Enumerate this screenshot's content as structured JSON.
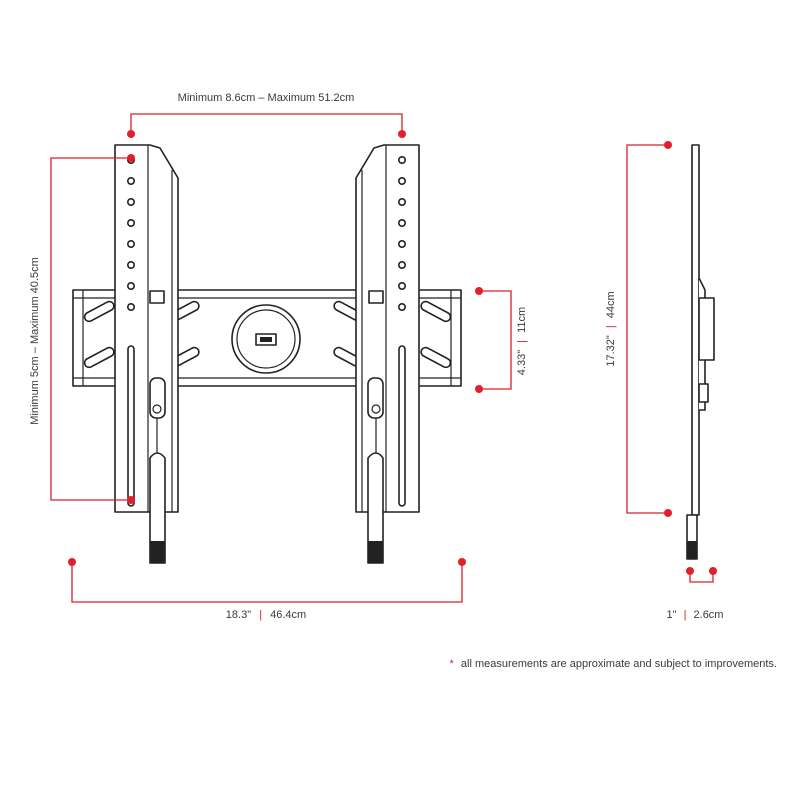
{
  "colors": {
    "accent": "#e2202b",
    "line": "#222222",
    "text": "#3a3a3a"
  },
  "dimensions": {
    "bracket_spacing": "Minimum 8.6cm – Maximum 51.2cm",
    "vertical_adjust": "Minimum 5cm – Maximum 40.5cm",
    "plate_height_in": "4.33\"",
    "plate_height_cm": "11cm",
    "plate_width_in": "18.3\"",
    "plate_width_cm": "46.4cm",
    "bracket_height_in": "17.32\"",
    "bracket_height_cm": "44cm",
    "depth_in": "1\"",
    "depth_cm": "2.6cm",
    "separator": "|"
  },
  "footnote": {
    "asterisk": "*",
    "text": "all measurements are approximate and subject to improvements."
  }
}
